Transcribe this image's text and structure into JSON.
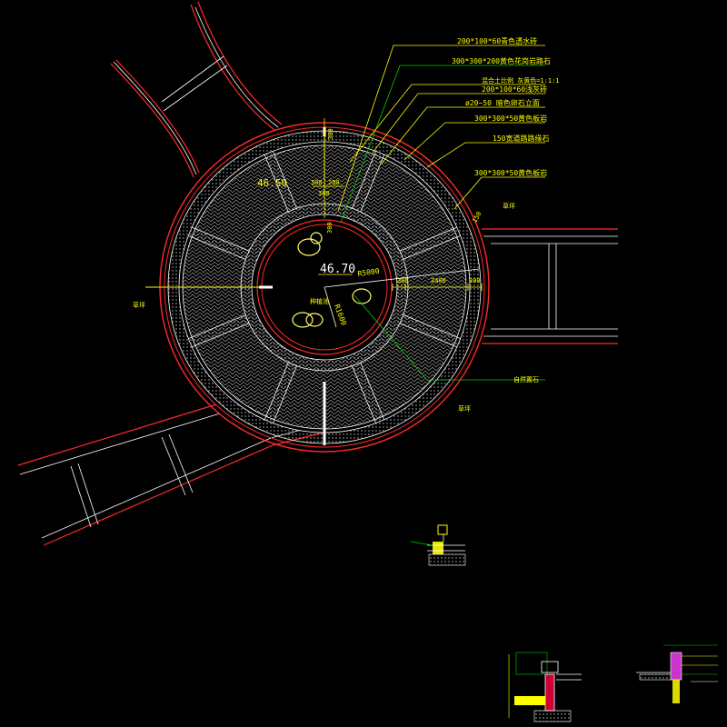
{
  "colors": {
    "background": "#000000",
    "boundary": "#ff2a2a",
    "linework": "#ffffff",
    "leader": "#ffff00",
    "leader_green": "#00cc00",
    "dimension": "#ffff00",
    "pattern": "#bfbfbf",
    "rock": "#ffff66"
  },
  "elevations": {
    "paving_level": "46.50",
    "center_level": "46.70"
  },
  "radii": {
    "outer": "R5000",
    "inner": "R1600"
  },
  "dimensions": {
    "north_top": "300",
    "north_mid": "300",
    "north_inner": "300",
    "north_inner_b": "300",
    "north_w1": "300",
    "north_w2": "200",
    "east_inner": "300",
    "east_span": "2400",
    "east_outer": "300",
    "ring_mark": "150"
  },
  "callouts": [
    "200*100*60青色透水砖",
    "300*300*200黄色花岗岩路石",
    "混合土比例 灰黄色=1:1:1",
    "200*100*60浅灰砖",
    "ø20~50 暗色卵石立面",
    "300*300*50黄色板岩",
    "150宽道路路缘石",
    "300*300*50黄色板岩"
  ],
  "labels": {
    "natural_rock": "自然置石",
    "lawn_west": "草坪",
    "lawn_east": "草坪",
    "lawn_south": "草坪",
    "center_plant": "种植池"
  }
}
